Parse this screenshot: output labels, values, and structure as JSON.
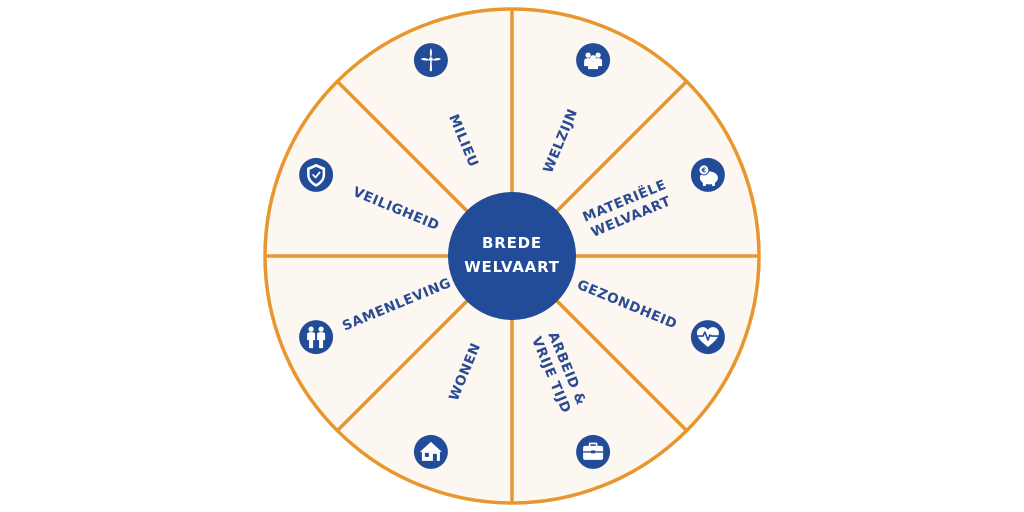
{
  "center": {
    "line1": "BREDE",
    "line2": "WELVAART"
  },
  "colors": {
    "ring": "#e8962e",
    "fill": "#fcf7f1",
    "accent": "#224b98",
    "text": "#2a4a94"
  },
  "segments": [
    {
      "id": "welzijn",
      "lines": [
        "WELZIJN"
      ],
      "icon": "people-group-icon"
    },
    {
      "id": "materiele-welvaart",
      "lines": [
        "MATERIËLE",
        "WELVAART"
      ],
      "icon": "piggy-bank-euro-icon"
    },
    {
      "id": "gezondheid",
      "lines": [
        "GEZONDHEID"
      ],
      "icon": "heart-pulse-icon"
    },
    {
      "id": "arbeid-vrije-tijd",
      "lines": [
        "ARBEID &",
        "VRIJE TIJD"
      ],
      "icon": "briefcase-icon"
    },
    {
      "id": "wonen",
      "lines": [
        "WONEN"
      ],
      "icon": "house-icon"
    },
    {
      "id": "samenleving",
      "lines": [
        "SAMENLEVING"
      ],
      "icon": "two-people-icon"
    },
    {
      "id": "veiligheid",
      "lines": [
        "VEILIGHEID"
      ],
      "icon": "shield-check-icon"
    },
    {
      "id": "milieu",
      "lines": [
        "MILIEU"
      ],
      "icon": "wind-turbine-icon"
    }
  ]
}
